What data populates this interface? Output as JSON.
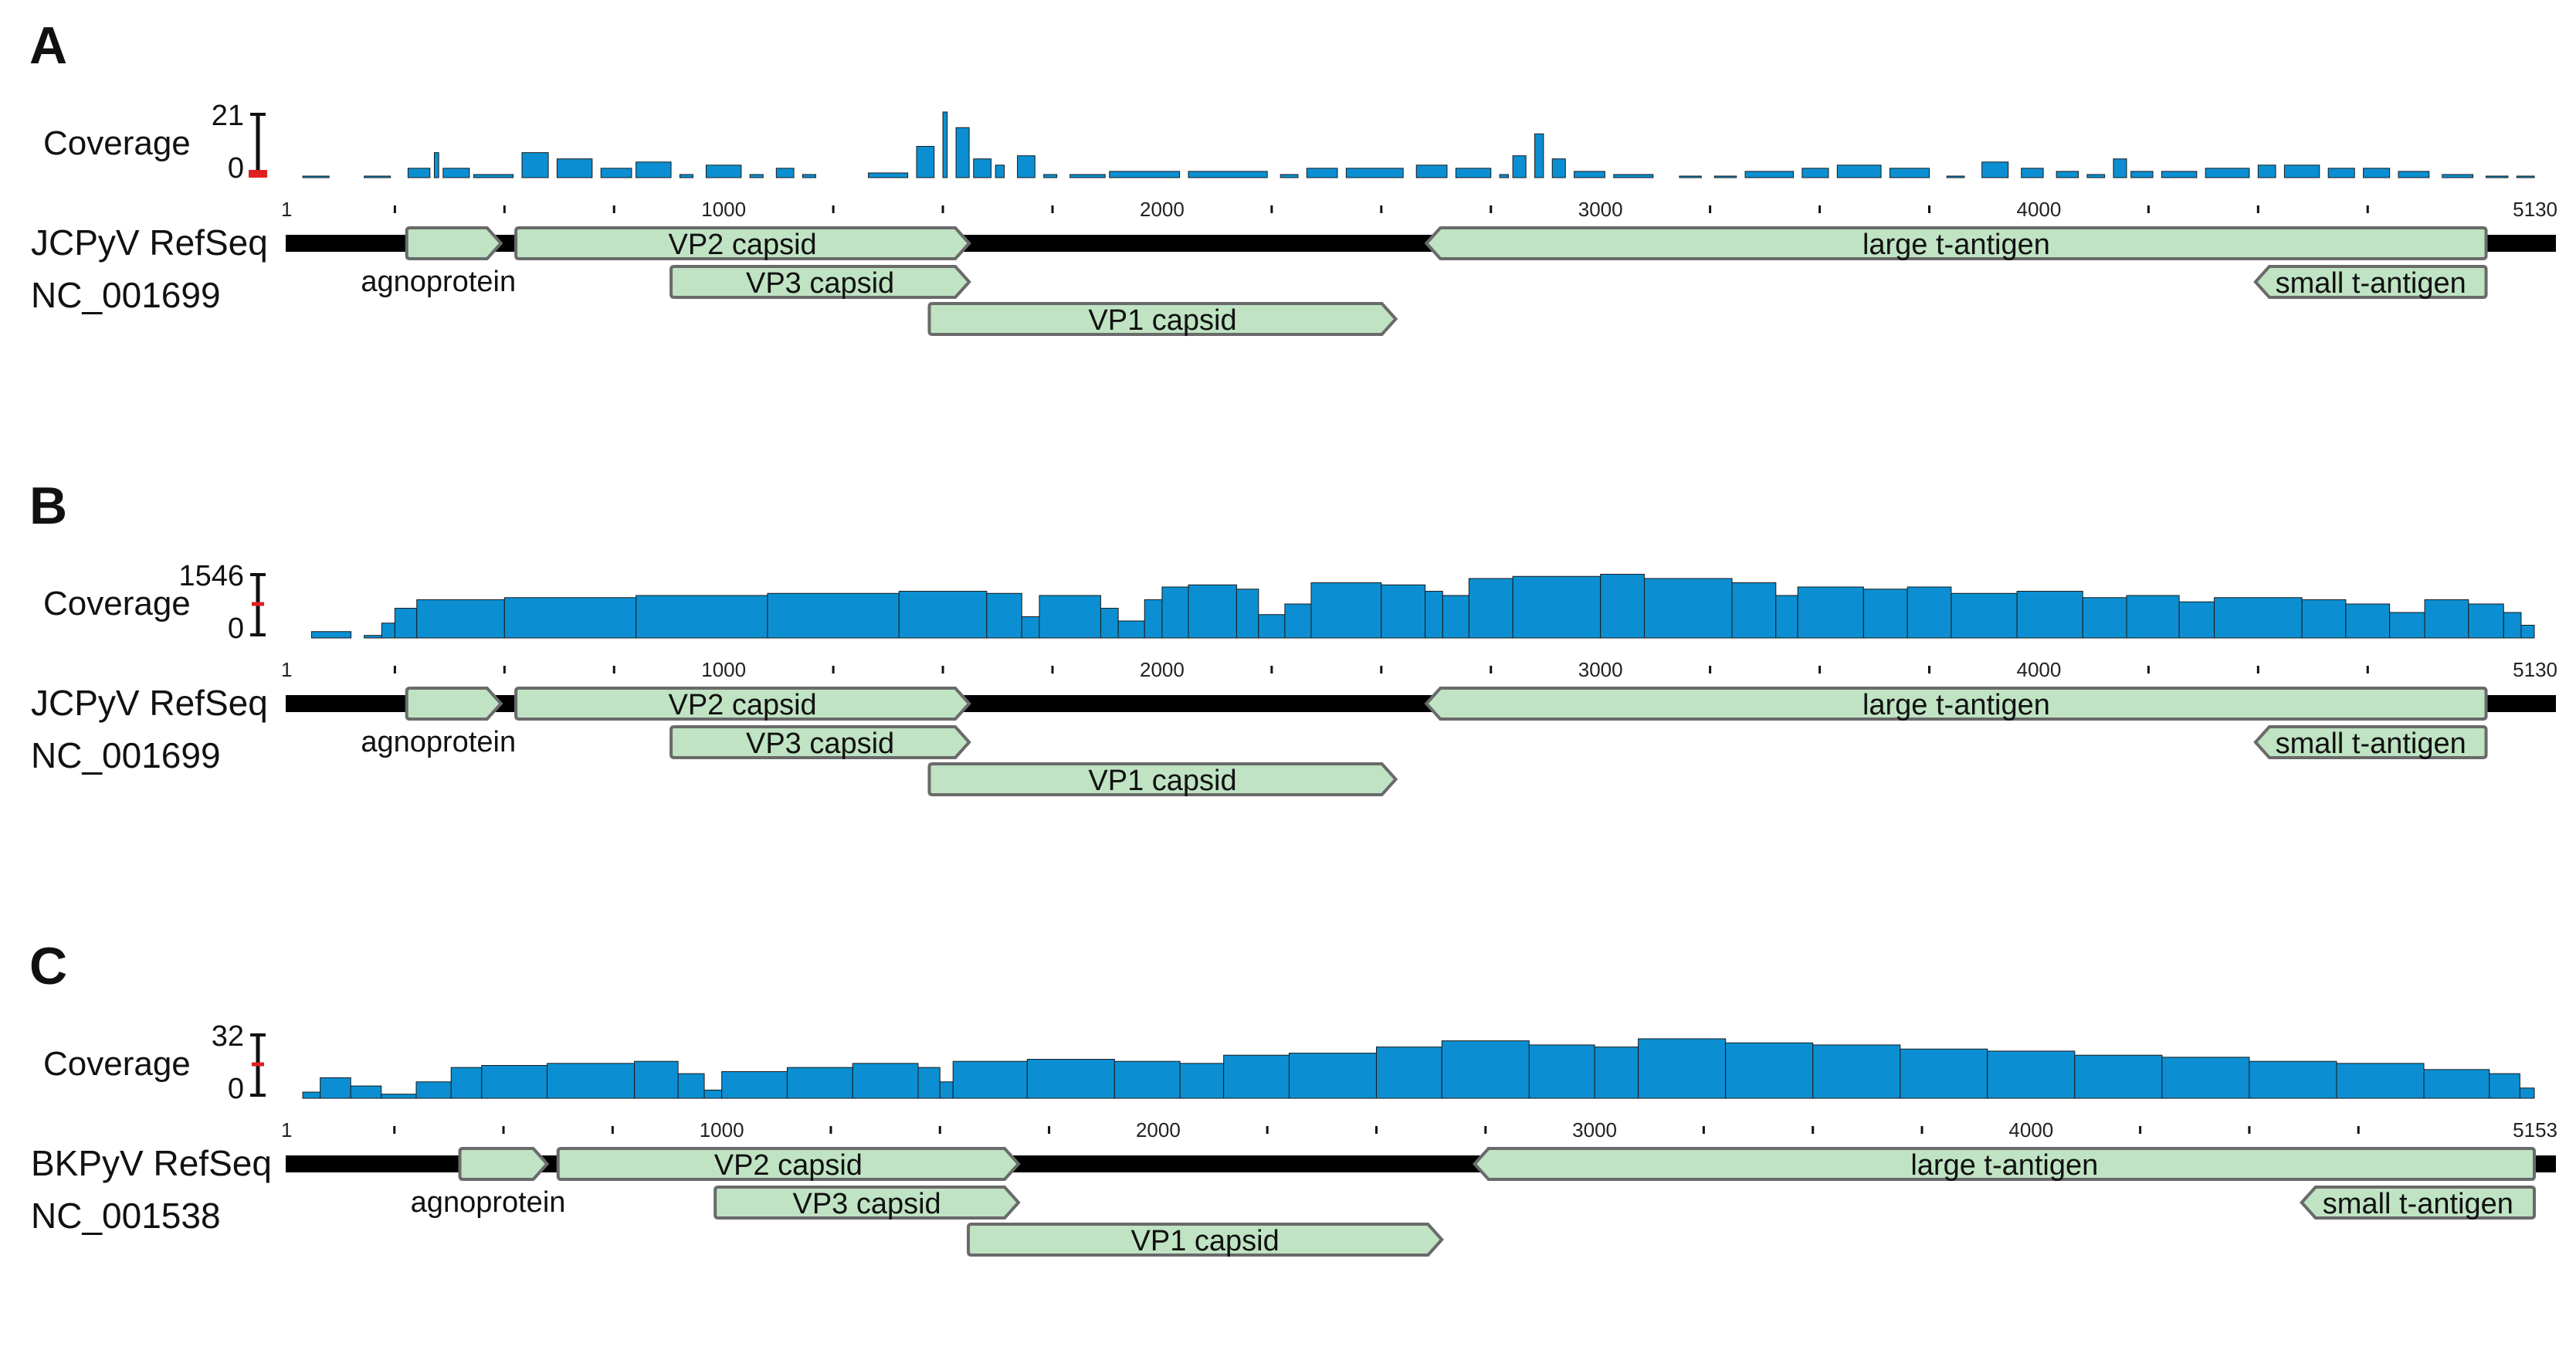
{
  "colors": {
    "coverage_fill": "#0b8fd2",
    "coverage_edge": "#1a1a1a",
    "genome_line": "#000000",
    "gene_fill": "#bfe3c3",
    "gene_stroke": "#6a6a6a",
    "zero_marker": "#e02020"
  },
  "panels": [
    {
      "letter": "A",
      "coverage_label": "Coverage",
      "max_label": "21",
      "zero_label": "0",
      "zero_marker_style": "bar",
      "genome_name": "JCPyV RefSeq",
      "accession": "NC_001699",
      "genome_length": 5130,
      "ticks": [
        "1",
        "1000",
        "2000",
        "3000",
        "4000",
        "5130"
      ],
      "tick_positions": [
        1,
        1000,
        2000,
        3000,
        4000,
        5130
      ],
      "minor_ticks": [
        250,
        500,
        750,
        1250,
        1500,
        1750,
        2250,
        2500,
        2750,
        3250,
        3500,
        3750,
        4250,
        4500,
        4750
      ],
      "genes": [
        {
          "name": "agnoprotein",
          "start": 277,
          "end": 492,
          "strand": "+",
          "row": 0,
          "label_below": true
        },
        {
          "name": "VP2 capsid",
          "start": 526,
          "end": 1560,
          "strand": "+",
          "row": 0
        },
        {
          "name": "VP3 capsid",
          "start": 880,
          "end": 1560,
          "strand": "+",
          "row": 1
        },
        {
          "name": "VP1 capsid",
          "start": 1469,
          "end": 2533,
          "strand": "+",
          "row": 2
        },
        {
          "name": "large t-antigen",
          "start": 2603,
          "end": 5020,
          "strand": "-",
          "row": 0
        },
        {
          "name": "small t-antigen",
          "start": 4494,
          "end": 5020,
          "strand": "-",
          "row": 1
        }
      ],
      "coverage": {
        "max": 21,
        "segments": [
          [
            40,
            100,
            0.3
          ],
          [
            180,
            240,
            0.5
          ],
          [
            280,
            330,
            3
          ],
          [
            340,
            350,
            8
          ],
          [
            360,
            420,
            3
          ],
          [
            430,
            520,
            1
          ],
          [
            540,
            600,
            8
          ],
          [
            620,
            700,
            6
          ],
          [
            720,
            790,
            3
          ],
          [
            800,
            880,
            5
          ],
          [
            900,
            930,
            1
          ],
          [
            960,
            1040,
            4
          ],
          [
            1060,
            1090,
            1
          ],
          [
            1120,
            1160,
            3
          ],
          [
            1180,
            1210,
            1
          ],
          [
            1330,
            1420,
            1.5
          ],
          [
            1440,
            1480,
            10
          ],
          [
            1500,
            1510,
            21
          ],
          [
            1530,
            1560,
            16
          ],
          [
            1570,
            1610,
            6
          ],
          [
            1620,
            1640,
            4
          ],
          [
            1670,
            1710,
            7
          ],
          [
            1730,
            1760,
            1
          ],
          [
            1790,
            1870,
            1
          ],
          [
            1880,
            2040,
            2
          ],
          [
            2060,
            2240,
            2
          ],
          [
            2270,
            2310,
            1
          ],
          [
            2330,
            2400,
            3
          ],
          [
            2420,
            2550,
            3
          ],
          [
            2580,
            2650,
            4
          ],
          [
            2670,
            2750,
            3
          ],
          [
            2770,
            2790,
            1
          ],
          [
            2800,
            2830,
            7
          ],
          [
            2850,
            2870,
            14
          ],
          [
            2890,
            2920,
            6
          ],
          [
            2940,
            3010,
            2
          ],
          [
            3030,
            3120,
            1
          ],
          [
            3180,
            3230,
            0.5
          ],
          [
            3260,
            3310,
            0.5
          ],
          [
            3330,
            3440,
            2
          ],
          [
            3460,
            3520,
            3
          ],
          [
            3540,
            3640,
            4
          ],
          [
            3660,
            3750,
            3
          ],
          [
            3790,
            3830,
            0.5
          ],
          [
            3870,
            3930,
            5
          ],
          [
            3960,
            4010,
            3
          ],
          [
            4040,
            4090,
            2
          ],
          [
            4110,
            4150,
            1
          ],
          [
            4170,
            4200,
            6
          ],
          [
            4210,
            4260,
            2
          ],
          [
            4280,
            4360,
            2
          ],
          [
            4380,
            4480,
            3
          ],
          [
            4500,
            4540,
            4
          ],
          [
            4560,
            4640,
            4
          ],
          [
            4660,
            4720,
            3
          ],
          [
            4740,
            4800,
            3
          ],
          [
            4820,
            4890,
            2
          ],
          [
            4920,
            4990,
            1
          ],
          [
            5020,
            5070,
            0.5
          ],
          [
            5090,
            5130,
            0.5
          ]
        ]
      }
    },
    {
      "letter": "B",
      "coverage_label": "Coverage",
      "max_label": "1546",
      "zero_label": "0",
      "zero_marker_style": "tick",
      "genome_name": "JCPyV RefSeq",
      "accession": "NC_001699",
      "genome_length": 5130,
      "ticks": [
        "1",
        "1000",
        "2000",
        "3000",
        "4000",
        "5130"
      ],
      "tick_positions": [
        1,
        1000,
        2000,
        3000,
        4000,
        5130
      ],
      "minor_ticks": [
        250,
        500,
        750,
        1250,
        1500,
        1750,
        2250,
        2500,
        2750,
        3250,
        3500,
        3750,
        4250,
        4500,
        4750
      ],
      "genes": [
        {
          "name": "agnoprotein",
          "start": 277,
          "end": 492,
          "strand": "+",
          "row": 0,
          "label_below": true
        },
        {
          "name": "VP2 capsid",
          "start": 526,
          "end": 1560,
          "strand": "+",
          "row": 0
        },
        {
          "name": "VP3 capsid",
          "start": 880,
          "end": 1560,
          "strand": "+",
          "row": 1
        },
        {
          "name": "VP1 capsid",
          "start": 1469,
          "end": 2533,
          "strand": "+",
          "row": 2
        },
        {
          "name": "large t-antigen",
          "start": 2603,
          "end": 5020,
          "strand": "-",
          "row": 0
        },
        {
          "name": "small t-antigen",
          "start": 4494,
          "end": 5020,
          "strand": "-",
          "row": 1
        }
      ],
      "coverage": {
        "max": 1546,
        "segments": [
          [
            60,
            150,
            150
          ],
          [
            180,
            220,
            60
          ],
          [
            220,
            250,
            350
          ],
          [
            250,
            300,
            700
          ],
          [
            300,
            500,
            900
          ],
          [
            500,
            800,
            950
          ],
          [
            800,
            1100,
            1000
          ],
          [
            1100,
            1400,
            1050
          ],
          [
            1400,
            1600,
            1100
          ],
          [
            1600,
            1680,
            1050
          ],
          [
            1680,
            1720,
            500
          ],
          [
            1720,
            1860,
            1000
          ],
          [
            1860,
            1900,
            700
          ],
          [
            1900,
            1960,
            400
          ],
          [
            1960,
            2000,
            900
          ],
          [
            2000,
            2060,
            1200
          ],
          [
            2060,
            2170,
            1250
          ],
          [
            2170,
            2220,
            1150
          ],
          [
            2220,
            2280,
            550
          ],
          [
            2280,
            2340,
            800
          ],
          [
            2340,
            2500,
            1300
          ],
          [
            2500,
            2600,
            1250
          ],
          [
            2600,
            2640,
            1100
          ],
          [
            2640,
            2700,
            1000
          ],
          [
            2700,
            2800,
            1400
          ],
          [
            2800,
            3000,
            1450
          ],
          [
            3000,
            3100,
            1500
          ],
          [
            3100,
            3300,
            1400
          ],
          [
            3300,
            3400,
            1300
          ],
          [
            3400,
            3450,
            1000
          ],
          [
            3450,
            3600,
            1200
          ],
          [
            3600,
            3700,
            1150
          ],
          [
            3700,
            3800,
            1200
          ],
          [
            3800,
            3950,
            1050
          ],
          [
            3950,
            4100,
            1100
          ],
          [
            4100,
            4200,
            950
          ],
          [
            4200,
            4320,
            1000
          ],
          [
            4320,
            4400,
            850
          ],
          [
            4400,
            4600,
            950
          ],
          [
            4600,
            4700,
            900
          ],
          [
            4700,
            4800,
            800
          ],
          [
            4800,
            4880,
            600
          ],
          [
            4880,
            4980,
            900
          ],
          [
            4980,
            5060,
            800
          ],
          [
            5060,
            5100,
            600
          ],
          [
            5100,
            5130,
            300
          ]
        ]
      }
    },
    {
      "letter": "C",
      "coverage_label": "Coverage",
      "max_label": "32",
      "zero_label": "0",
      "zero_marker_style": "tick",
      "genome_name": "BKPyV RefSeq",
      "accession": "NC_001538",
      "genome_length": 5153,
      "ticks": [
        "1",
        "1000",
        "2000",
        "3000",
        "4000",
        "5153"
      ],
      "tick_positions": [
        1,
        1000,
        2000,
        3000,
        4000,
        5153
      ],
      "minor_ticks": [
        250,
        500,
        750,
        1250,
        1500,
        1750,
        2250,
        2500,
        2750,
        3250,
        3500,
        3750,
        4250,
        4500,
        4750
      ],
      "genes": [
        {
          "name": "agnoprotein",
          "start": 400,
          "end": 600,
          "strand": "+",
          "row": 0,
          "label_below": true
        },
        {
          "name": "VP2 capsid",
          "start": 625,
          "end": 1680,
          "strand": "+",
          "row": 0
        },
        {
          "name": "VP3 capsid",
          "start": 985,
          "end": 1680,
          "strand": "+",
          "row": 1
        },
        {
          "name": "VP1 capsid",
          "start": 1565,
          "end": 2650,
          "strand": "+",
          "row": 2
        },
        {
          "name": "large t-antigen",
          "start": 2725,
          "end": 5153,
          "strand": "-",
          "row": 0
        },
        {
          "name": "small t-antigen",
          "start": 4620,
          "end": 5153,
          "strand": "-",
          "row": 1
        }
      ],
      "coverage": {
        "max": 32,
        "segments": [
          [
            40,
            80,
            3
          ],
          [
            80,
            150,
            10
          ],
          [
            150,
            220,
            6
          ],
          [
            220,
            300,
            2
          ],
          [
            300,
            380,
            8
          ],
          [
            380,
            450,
            15
          ],
          [
            450,
            600,
            16
          ],
          [
            600,
            800,
            17
          ],
          [
            800,
            900,
            18
          ],
          [
            900,
            960,
            12
          ],
          [
            960,
            1000,
            4
          ],
          [
            1000,
            1150,
            13
          ],
          [
            1150,
            1300,
            15
          ],
          [
            1300,
            1450,
            17
          ],
          [
            1450,
            1500,
            15
          ],
          [
            1500,
            1530,
            8
          ],
          [
            1530,
            1700,
            18
          ],
          [
            1700,
            1900,
            19
          ],
          [
            1900,
            2050,
            18
          ],
          [
            2050,
            2150,
            17
          ],
          [
            2150,
            2300,
            21
          ],
          [
            2300,
            2500,
            22
          ],
          [
            2500,
            2650,
            25
          ],
          [
            2650,
            2850,
            28
          ],
          [
            2850,
            3000,
            26
          ],
          [
            3000,
            3100,
            25
          ],
          [
            3100,
            3300,
            29
          ],
          [
            3300,
            3500,
            27
          ],
          [
            3500,
            3700,
            26
          ],
          [
            3700,
            3900,
            24
          ],
          [
            3900,
            4100,
            23
          ],
          [
            4100,
            4300,
            21
          ],
          [
            4300,
            4500,
            20
          ],
          [
            4500,
            4700,
            18
          ],
          [
            4700,
            4900,
            17
          ],
          [
            4900,
            5050,
            14
          ],
          [
            5050,
            5120,
            12
          ],
          [
            5120,
            5153,
            5
          ]
        ]
      }
    }
  ]
}
